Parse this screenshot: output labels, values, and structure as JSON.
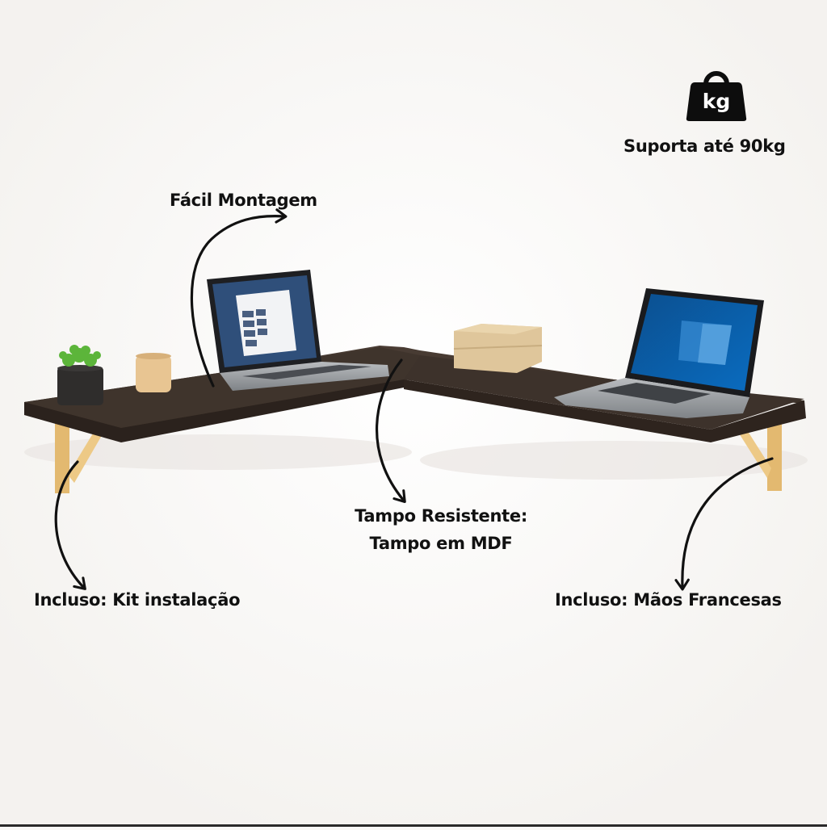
{
  "image": {
    "subject": "L-shaped wall-mounted corner desk with two laptops",
    "colors": {
      "background": "#f9f8f6",
      "desktop": "#3a2f28",
      "desktop_edge": "#2b221d",
      "bracket": "#e7bf78",
      "laptop_screen_left": "#2f4f7a",
      "laptop_screen_right": "#0a5a9e",
      "text": "#111111"
    }
  },
  "badge": {
    "icon": "weight-kg-icon",
    "icon_text": "kg",
    "label": "Suporta até 90kg"
  },
  "callouts": {
    "assembly": "Fácil Montagem",
    "top_line1": "Tampo Resistente:",
    "top_line2": "Tampo em MDF",
    "kit": "Incluso: Kit instalação",
    "brackets": "Incluso: Mãos Francesas"
  }
}
